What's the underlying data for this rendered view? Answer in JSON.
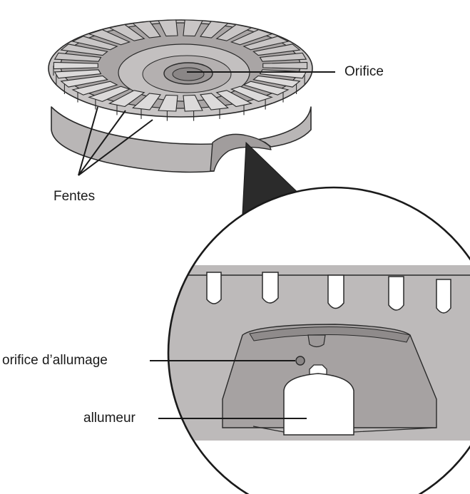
{
  "labels": {
    "orifice": "Orifice",
    "slots": "Fentes",
    "ignition_port": "orifice d’allumage",
    "igniter": "allumeur"
  },
  "colors": {
    "burner_body": "#b9b6b6",
    "burner_light": "#d2d0d0",
    "burner_dark": "#8f8b8b",
    "outline": "#2a2a2a",
    "callout_wedge": "#2b2b2b",
    "igniter": "#ffffff"
  }
}
